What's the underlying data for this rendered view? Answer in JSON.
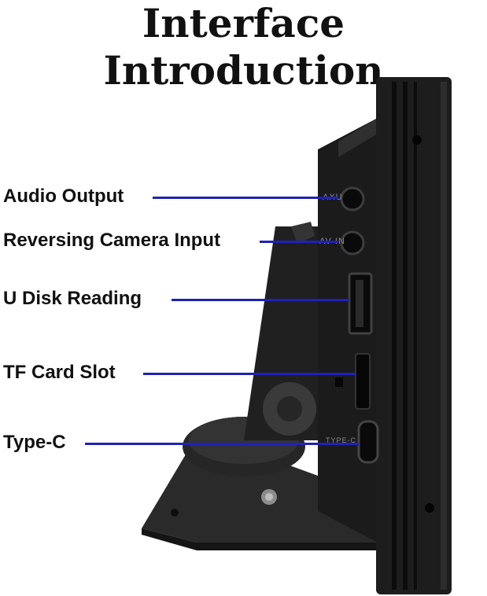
{
  "title": "Interface Introduction",
  "colors": {
    "leader_line": "#1f22b5",
    "device_body": "#1d1d1d"
  },
  "callouts": [
    {
      "label": "Audio Output",
      "port_text": "AXU"
    },
    {
      "label": "Reversing Camera Input",
      "port_text": "AV-IN"
    },
    {
      "label": "U Disk Reading",
      "port_text": ""
    },
    {
      "label": "TF Card Slot",
      "port_text": ""
    },
    {
      "label": "Type-C",
      "port_text": "TYPE-C"
    }
  ]
}
